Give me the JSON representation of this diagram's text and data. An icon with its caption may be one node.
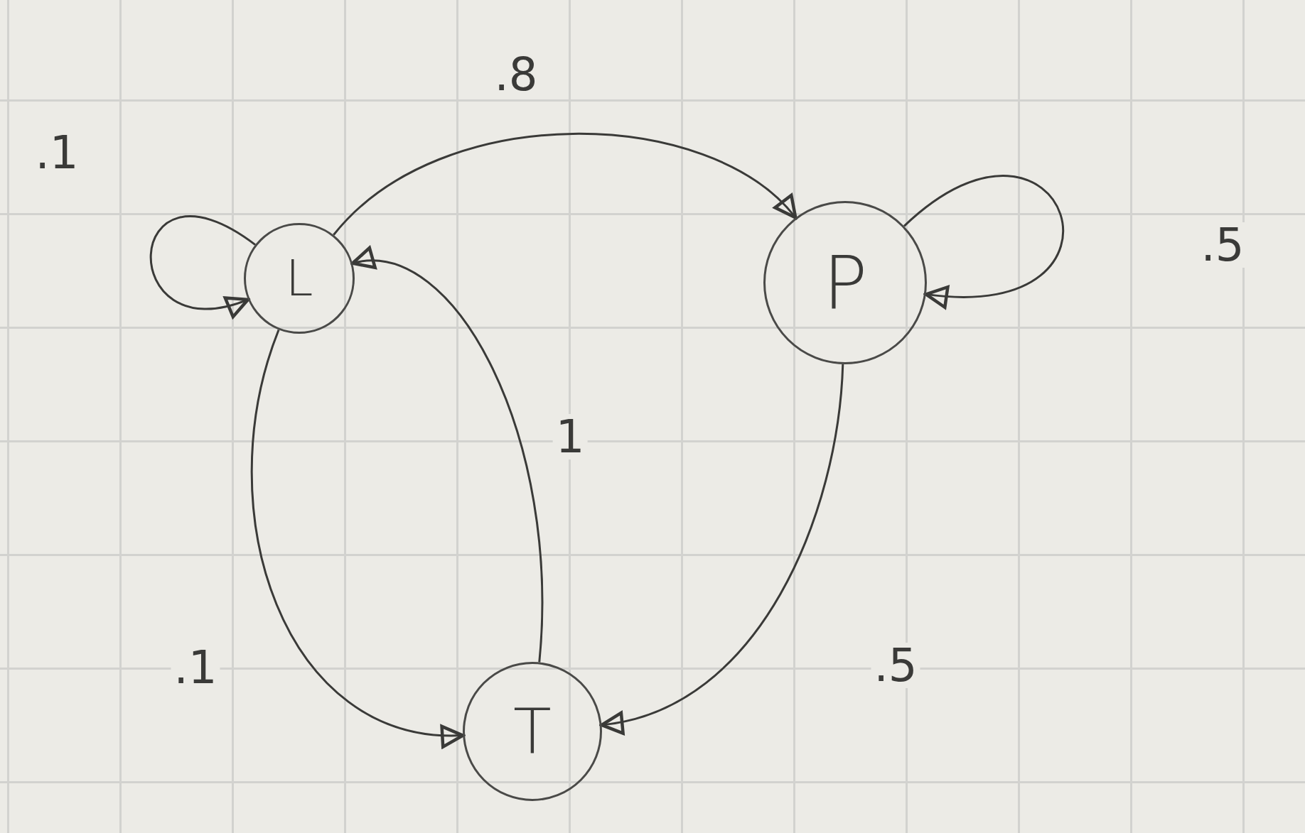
{
  "diagram": {
    "nodes": [
      {
        "text": [
          "L"
        ]
      },
      {
        "text": [
          "P"
        ]
      },
      {
        "text": [
          "T"
        ]
      }
    ],
    "edges": [
      {
        "from": 0,
        "to": 0,
        "arrow": "to",
        "label": ".1"
      },
      {
        "from": 0,
        "to": 1,
        "arrow": "to",
        "label": ".8"
      },
      {
        "from": 1,
        "to": 1,
        "arrow": "to",
        "label": ".5"
      },
      {
        "from": 1,
        "to": 2,
        "arrow": "to",
        "label": ".5"
      },
      {
        "from": 2,
        "to": 0,
        "arrow": "to",
        "label": "1"
      },
      {
        "from": 0,
        "to": 2,
        "arrow": "to",
        "label": ".1"
      }
    ]
  }
}
